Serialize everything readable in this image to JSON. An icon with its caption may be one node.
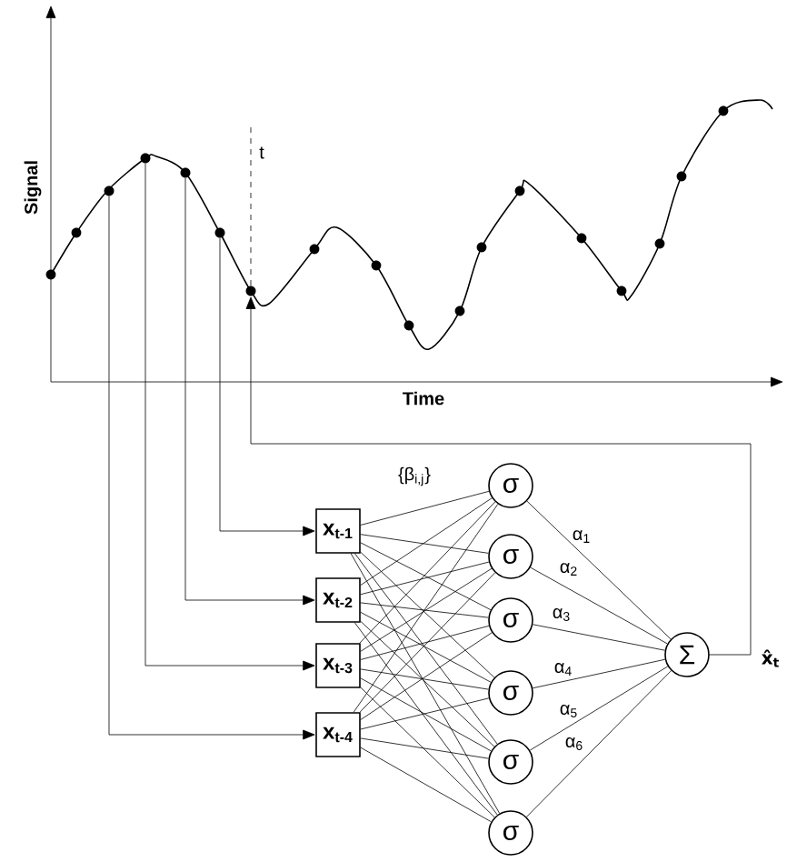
{
  "diagram": {
    "nodes": [
      {
        "text": [],
        "shape": "circle"
      },
      {
        "text": [],
        "shape": "circle"
      },
      {
        "text": [],
        "shape": "circle"
      },
      {
        "text": [],
        "shape": "circle"
      },
      {
        "text": [],
        "shape": "circle"
      },
      {
        "text": [
          "x$_{t-1}$"
        ]
      },
      {
        "text": [
          "x$_{t-2}$"
        ]
      },
      {
        "text": [
          "x$_{t-3}$"
        ]
      },
      {
        "text": [
          "x$_{t-4}$"
        ]
      },
      {
        "text": [
          "σ"
        ]
      },
      {
        "text": [
          "σ"
        ]
      },
      {
        "text": [
          "σ"
        ]
      },
      {
        "text": [
          "σ"
        ]
      },
      {
        "text": [
          "σ"
        ]
      },
      {
        "text": [
          "σ"
        ]
      },
      {
        "text": [
          "Σ"
        ]
      }
    ],
    "edges": [
      {
        "from": 3,
        "to": 5,
        "arrow": "to"
      },
      {
        "from": 2,
        "to": 6,
        "arrow": "to"
      },
      {
        "from": 1,
        "to": 7,
        "arrow": "to"
      },
      {
        "from": 0,
        "to": 8,
        "arrow": "to"
      },
      {
        "from": 5,
        "to": 9,
        "arrow": "none",
        "label": "{β$_{i,j}$}"
      },
      {
        "from": 5,
        "to": 10,
        "arrow": "none"
      },
      {
        "from": 5,
        "to": 11,
        "arrow": "none"
      },
      {
        "from": 5,
        "to": 12,
        "arrow": "none"
      },
      {
        "from": 5,
        "to": 13,
        "arrow": "none"
      },
      {
        "from": 5,
        "to": 14,
        "arrow": "none"
      },
      {
        "from": 6,
        "to": 9,
        "arrow": "none"
      },
      {
        "from": 6,
        "to": 10,
        "arrow": "none"
      },
      {
        "from": 6,
        "to": 11,
        "arrow": "none"
      },
      {
        "from": 6,
        "to": 12,
        "arrow": "none"
      },
      {
        "from": 6,
        "to": 13,
        "arrow": "none"
      },
      {
        "from": 6,
        "to": 14,
        "arrow": "none"
      },
      {
        "from": 7,
        "to": 9,
        "arrow": "none"
      },
      {
        "from": 7,
        "to": 10,
        "arrow": "none"
      },
      {
        "from": 7,
        "to": 11,
        "arrow": "none"
      },
      {
        "from": 7,
        "to": 12,
        "arrow": "none"
      },
      {
        "from": 7,
        "to": 13,
        "arrow": "none"
      },
      {
        "from": 7,
        "to": 14,
        "arrow": "none"
      },
      {
        "from": 8,
        "to": 9,
        "arrow": "none"
      },
      {
        "from": 8,
        "to": 10,
        "arrow": "none"
      },
      {
        "from": 8,
        "to": 11,
        "arrow": "none"
      },
      {
        "from": 8,
        "to": 12,
        "arrow": "none"
      },
      {
        "from": 8,
        "to": 13,
        "arrow": "none"
      },
      {
        "from": 8,
        "to": 14,
        "arrow": "none"
      },
      {
        "from": 9,
        "to": 15,
        "arrow": "none",
        "label": "α$_{1}$"
      },
      {
        "from": 10,
        "to": 15,
        "arrow": "none",
        "label": "α$_{2}$"
      },
      {
        "from": 11,
        "to": 15,
        "arrow": "none",
        "label": "α$_{3}$"
      },
      {
        "from": 12,
        "to": 15,
        "arrow": "none",
        "label": "α$_{4}$"
      },
      {
        "from": 13,
        "to": 15,
        "arrow": "none",
        "label": "α$_{5}$"
      },
      {
        "from": 14,
        "to": 15,
        "arrow": "none",
        "label": "α$_{6}$"
      },
      {
        "from": 15,
        "to": 4,
        "arrow": "to"
      }
    ],
    "labels": [
      "Signal",
      "Time",
      "t",
      "x̂$_{t}$"
    ]
  }
}
